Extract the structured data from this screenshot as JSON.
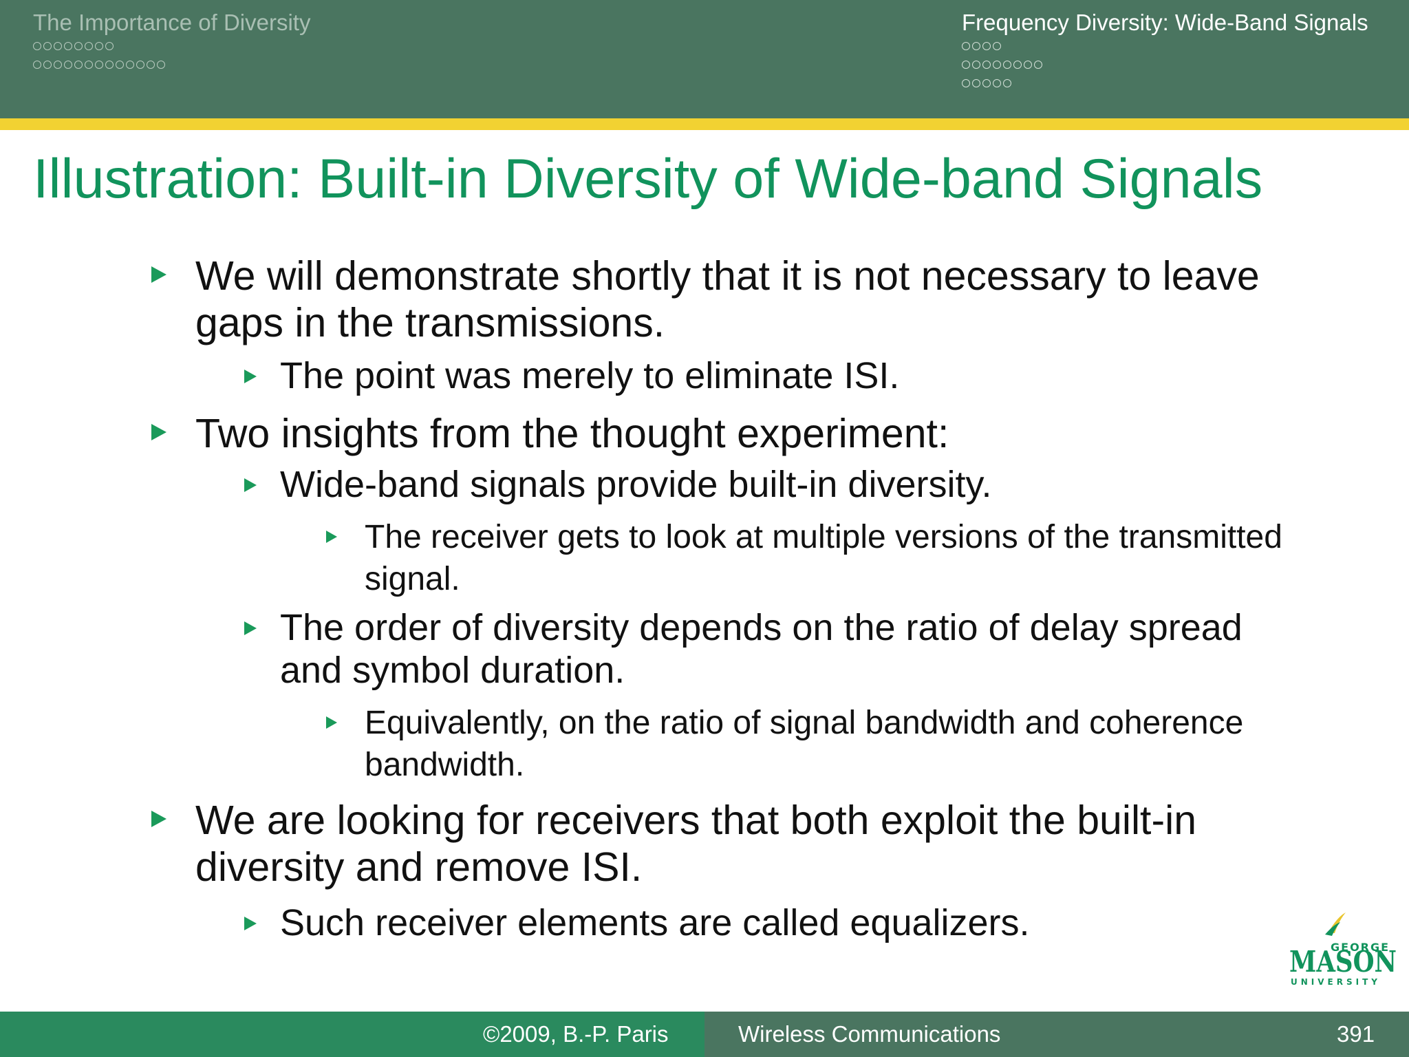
{
  "header": {
    "left_section": "The Importance of Diversity",
    "left_dots": [
      8,
      13
    ],
    "right_section": "Frequency Diversity: Wide-Band Signals",
    "right_dots": [
      4,
      8,
      5
    ]
  },
  "slide": {
    "title": "Illustration: Built-in Diversity of Wide-band Signals",
    "items": [
      "We will demonstrate shortly that it is not necessary to leave gaps in the transmissions.",
      "The point was merely to eliminate ISI.",
      "Two insights from the thought experiment:",
      "Wide-band signals provide built-in diversity.",
      "The receiver gets to look at multiple versions of the transmitted signal.",
      "The order of diversity depends on the ratio of delay spread and symbol duration.",
      "Equivalently, on the ratio of signal bandwidth and coherence bandwidth.",
      "We are looking for receivers that both exploit the built-in diversity and remove ISI.",
      "Such receiver elements are called equalizers."
    ]
  },
  "logo": {
    "george": "GEORGE",
    "mason": "MASON",
    "university": "UNIVERSITY"
  },
  "footer": {
    "copyright": "©2009, B.-P. Paris",
    "course": "Wireless Communications",
    "page": "391"
  },
  "colors": {
    "header_bg": "#4a7560",
    "accent_stripe": "#f2d232",
    "title_green": "#11935c",
    "bullet_green": "#1a9a5a",
    "footer_left_bg": "#2a8a5e",
    "footer_right_bg": "#4a7560"
  }
}
